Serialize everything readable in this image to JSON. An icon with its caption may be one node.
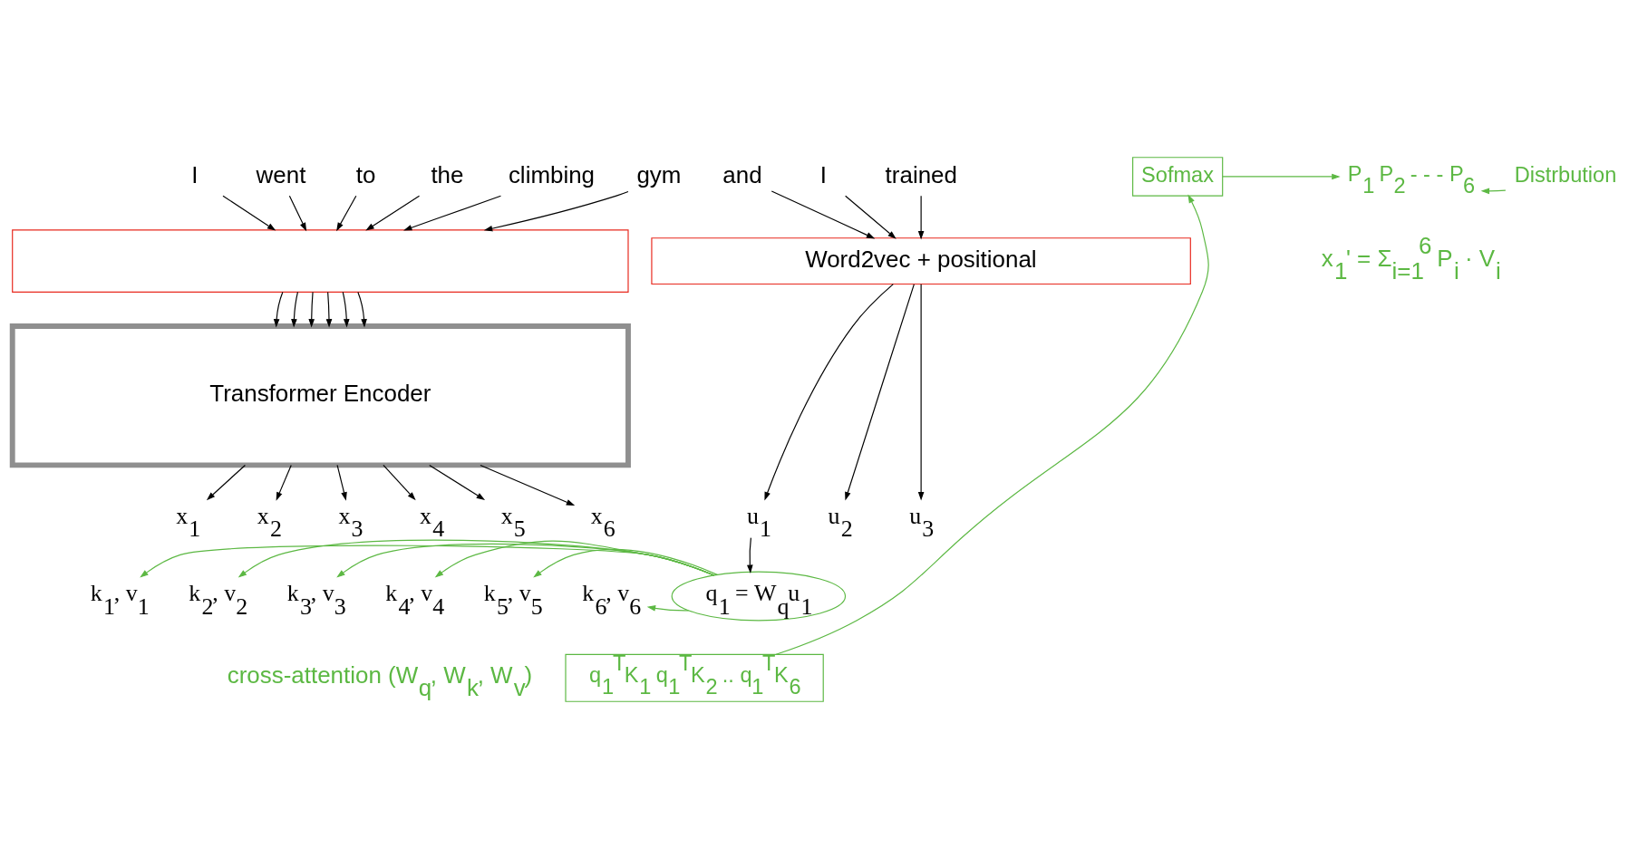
{
  "diagram": {
    "nodes": [
      {
        "text": [
          "I"
        ]
      },
      {
        "text": [
          "went"
        ]
      },
      {
        "text": [
          "to"
        ]
      },
      {
        "text": [
          "the"
        ]
      },
      {
        "text": [
          "climbing"
        ]
      },
      {
        "text": [
          "gym"
        ]
      },
      {
        "text": [],
        "shape": "box"
      },
      {
        "text": [
          "Transformer Encoder"
        ]
      },
      {
        "text": [
          "x$_{1}$"
        ]
      },
      {
        "text": [
          "x$_{2}$"
        ]
      },
      {
        "text": [
          "x$_{3}$"
        ]
      },
      {
        "text": [
          "x$_{4}$"
        ]
      },
      {
        "text": [
          "x$_{5}$"
        ]
      },
      {
        "text": [
          "x$_{6}$"
        ]
      },
      {
        "text": [
          "k$_{1}$, v$_{1}$"
        ]
      },
      {
        "text": [
          "k$_{2}$, v$_{2}$"
        ]
      },
      {
        "text": [
          "k$_{3}$, v$_{3}$"
        ]
      },
      {
        "text": [
          "k$_{4}$, v$_{4}$"
        ]
      },
      {
        "text": [
          "k$_{5}$, v$_{5}$"
        ]
      },
      {
        "text": [
          "k$_{6}$, v$_{6}$"
        ]
      },
      {
        "text": [
          "and"
        ]
      },
      {
        "text": [
          "I"
        ]
      },
      {
        "text": [
          "trained"
        ]
      },
      {
        "text": [
          "Word2vec + positional"
        ]
      },
      {
        "text": [
          "u$_{1}$"
        ]
      },
      {
        "text": [
          "u$_{2}$"
        ]
      },
      {
        "text": [
          "u$_{3}$"
        ]
      },
      {
        "text": [
          "q$_{1}$ = W$_{q}$u$_{1}$"
        ]
      },
      {
        "text": [
          "q$_{1}$$^{T}$K$_{1}$ q$_{1}$$^{T}$K$_{2}$ .. q$_{1}$$^{T}$K$_{6}$"
        ]
      },
      {
        "text": [
          "Sofmax"
        ]
      },
      {
        "text": [
          "P$_{1}$ P$_{2}$ - - - P$_{6}$"
        ]
      },
      {
        "text": [
          "Distrbution"
        ]
      }
    ],
    "edges": [
      {
        "from": 0,
        "to": 6,
        "arrow": "to"
      },
      {
        "from": 1,
        "to": 6,
        "arrow": "to"
      },
      {
        "from": 2,
        "to": 6,
        "arrow": "to"
      },
      {
        "from": 3,
        "to": 6,
        "arrow": "to"
      },
      {
        "from": 4,
        "to": 6,
        "arrow": "to"
      },
      {
        "from": 5,
        "to": 6,
        "arrow": "to"
      },
      {
        "from": 6,
        "to": 7,
        "arrow": "to"
      },
      {
        "from": 6,
        "to": 7,
        "arrow": "to"
      },
      {
        "from": 6,
        "to": 7,
        "arrow": "to"
      },
      {
        "from": 6,
        "to": 7,
        "arrow": "to"
      },
      {
        "from": 6,
        "to": 7,
        "arrow": "to"
      },
      {
        "from": 6,
        "to": 7,
        "arrow": "to"
      },
      {
        "from": 7,
        "to": 8,
        "arrow": "to"
      },
      {
        "from": 7,
        "to": 9,
        "arrow": "to"
      },
      {
        "from": 7,
        "to": 10,
        "arrow": "to"
      },
      {
        "from": 7,
        "to": 11,
        "arrow": "to"
      },
      {
        "from": 7,
        "to": 12,
        "arrow": "to"
      },
      {
        "from": 7,
        "to": 13,
        "arrow": "to"
      },
      {
        "from": 20,
        "to": 23,
        "arrow": "to"
      },
      {
        "from": 21,
        "to": 23,
        "arrow": "to"
      },
      {
        "from": 22,
        "to": 23,
        "arrow": "to"
      },
      {
        "from": 23,
        "to": 24,
        "arrow": "to"
      },
      {
        "from": 23,
        "to": 25,
        "arrow": "to"
      },
      {
        "from": 23,
        "to": 26,
        "arrow": "to"
      },
      {
        "from": 24,
        "to": 27,
        "arrow": "to"
      },
      {
        "from": 27,
        "to": 14,
        "arrow": "to",
        "color": "#5cb843"
      },
      {
        "from": 27,
        "to": 15,
        "arrow": "to",
        "color": "#5cb843"
      },
      {
        "from": 27,
        "to": 16,
        "arrow": "to",
        "color": "#5cb843"
      },
      {
        "from": 27,
        "to": 17,
        "arrow": "to",
        "color": "#5cb843"
      },
      {
        "from": 27,
        "to": 18,
        "arrow": "to",
        "color": "#5cb843"
      },
      {
        "from": 27,
        "to": 19,
        "arrow": "to",
        "color": "#5cb843"
      },
      {
        "from": 28,
        "to": 29,
        "arrow": "to",
        "color": "#5cb843"
      },
      {
        "from": 29,
        "to": 30,
        "arrow": "to",
        "color": "#5cb843"
      },
      {
        "from": 31,
        "to": 30,
        "arrow": "to",
        "color": "#5cb843"
      }
    ],
    "labels": [
      "cross-attention (W$_{q}$, W$_{k}$, W$_{v}$)",
      "x$_{1}$' = Σ$_{i=1}$$^{6}$ P$_{i}$ · V$_{i}$"
    ]
  }
}
